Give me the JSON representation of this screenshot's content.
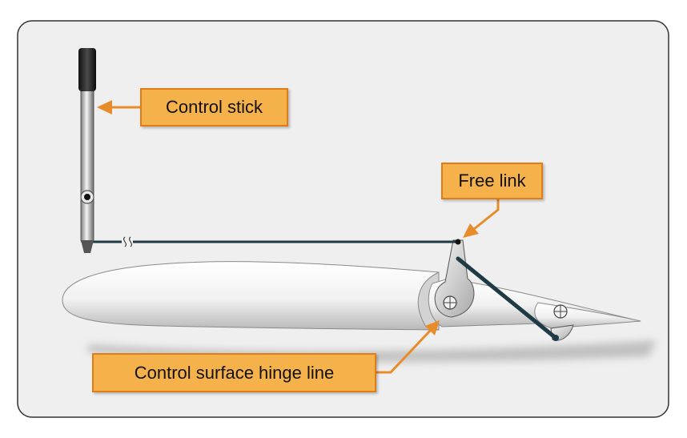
{
  "labels": {
    "control_stick": "Control stick",
    "free_link": "Free link",
    "hinge_line": "Control surface hinge line"
  },
  "colors": {
    "panel_bg": "#efefef",
    "panel_border": "#333333",
    "label_fill": "#f6b24a",
    "label_border": "#e07d1b",
    "arrow": "#e88c2a",
    "cable": "#1e3a45"
  }
}
